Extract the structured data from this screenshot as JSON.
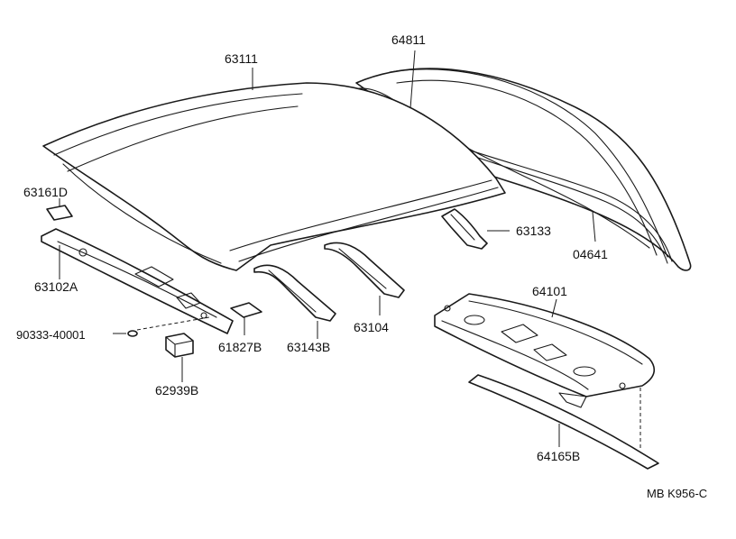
{
  "parts": {
    "roof_panel": "63111",
    "back_window_glass": "64811",
    "spacer_pad": "63161D",
    "rear_weatherstrip": "63133",
    "window_weatherstrip": "04641",
    "front_header_panel": "63102A",
    "package_tray_panel": "64101",
    "clip": "90333-40001",
    "silencer_pad": "61827B",
    "roof_bow_front": "63143B",
    "roof_bow_rear": "63104",
    "cushion_block": "62939B",
    "tray_seal": "64165B"
  },
  "diagram_code": "MB K956-C",
  "colors": {
    "line": "#1a1a1a",
    "background": "#ffffff"
  }
}
